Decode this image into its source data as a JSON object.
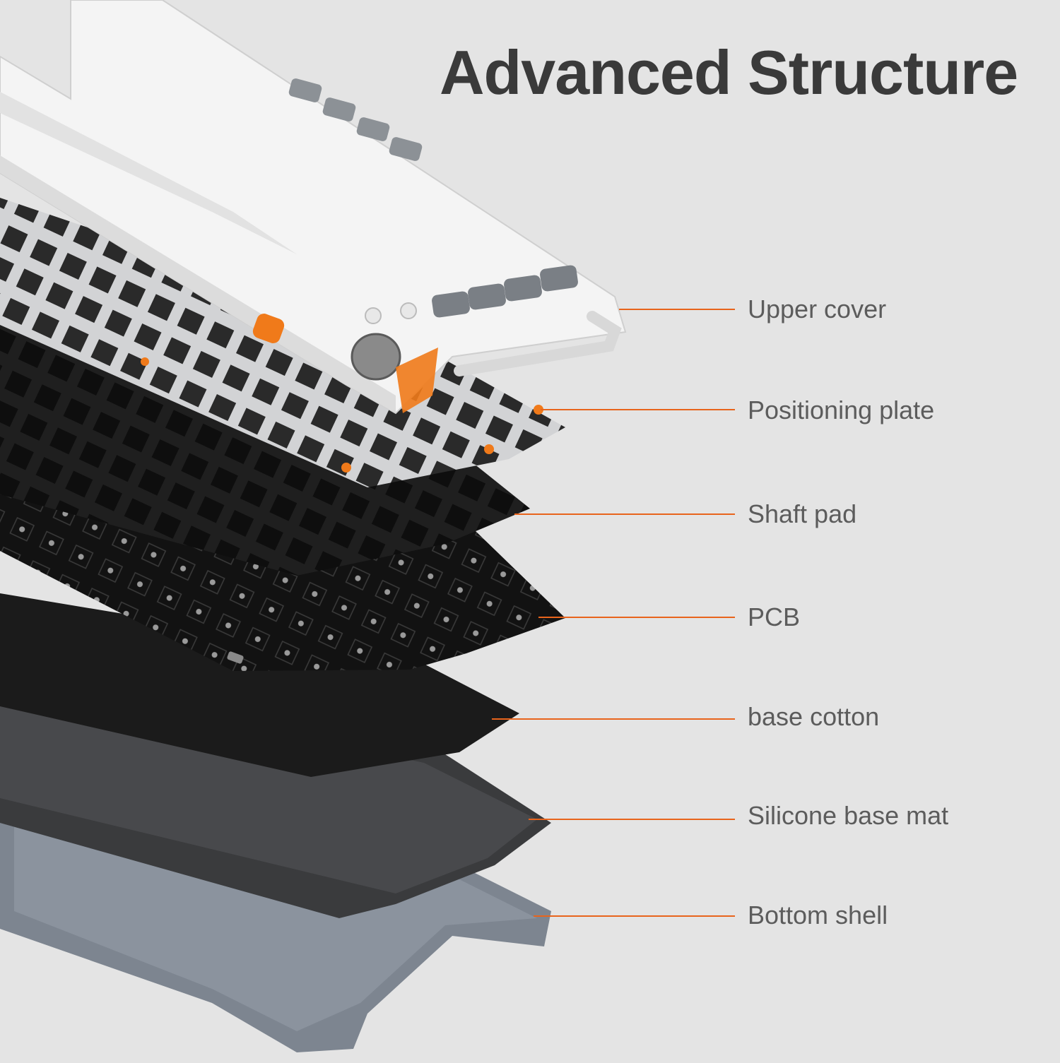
{
  "title": "Advanced Structure",
  "layers": [
    {
      "id": "upper-cover",
      "label": "Upper cover"
    },
    {
      "id": "positioning-plate",
      "label": "Positioning plate"
    },
    {
      "id": "shaft-pad",
      "label": "Shaft pad"
    },
    {
      "id": "pcb",
      "label": "PCB"
    },
    {
      "id": "base-cotton",
      "label": "base cotton"
    },
    {
      "id": "silicone-base-mat",
      "label": "Silicone base mat"
    },
    {
      "id": "bottom-shell",
      "label": "Bottom shell"
    }
  ],
  "colors": {
    "background": "#e4e4e4",
    "leader_line": "#e8641c",
    "accent": "#f07a1a",
    "title_text": "#3a3a3a",
    "label_text": "#5c5c5c",
    "upper_cover": "#f4f4f4",
    "plate": "#d2d3d5",
    "shaft_pad": "#1f1f1f",
    "pcb": "#121212",
    "base_cotton": "#1b1b1b",
    "silicone_mat": "#3a3b3d",
    "bottom_shell": "#7d8590"
  }
}
